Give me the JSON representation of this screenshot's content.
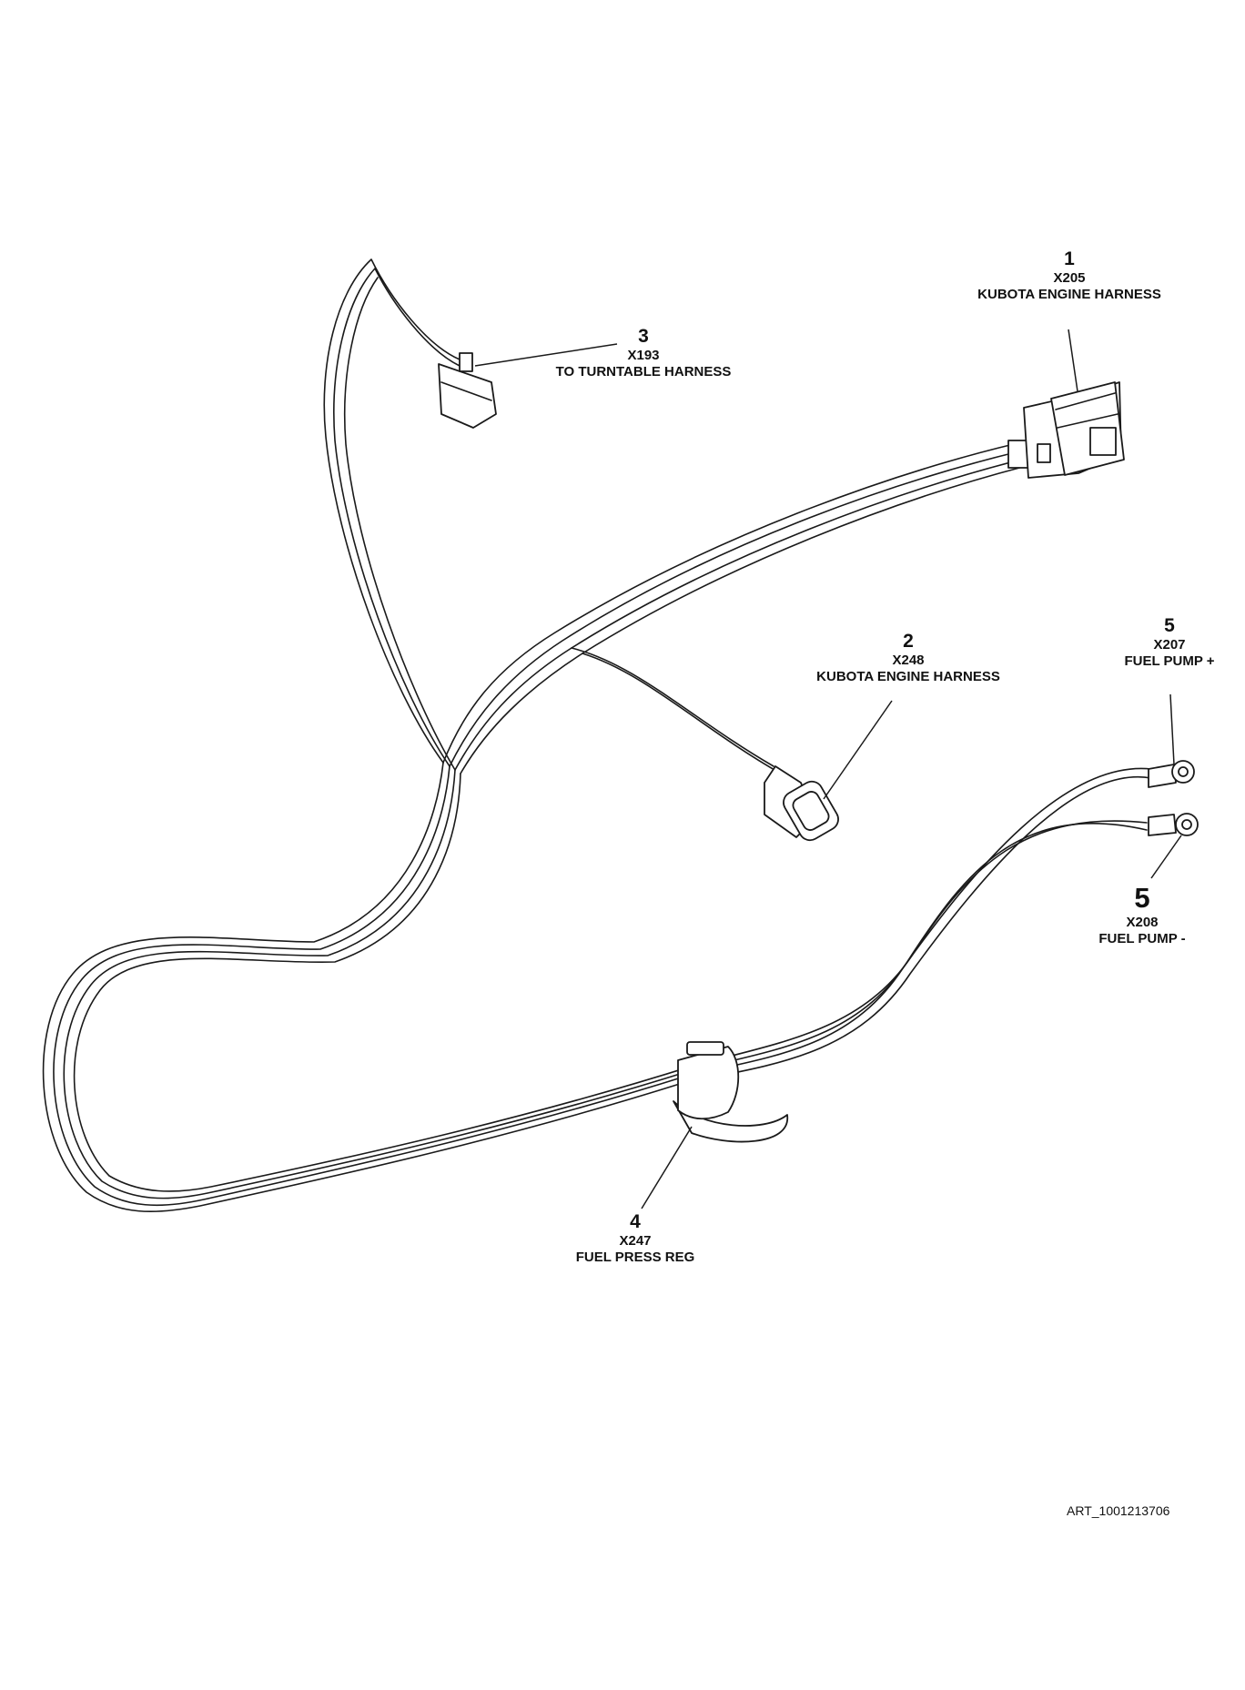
{
  "callouts": [
    {
      "id": "c1",
      "number": "1",
      "code": "X205",
      "desc": "KUBOTA ENGINE HARNESS"
    },
    {
      "id": "c2",
      "number": "2",
      "code": "X248",
      "desc": "KUBOTA ENGINE HARNESS"
    },
    {
      "id": "c3",
      "number": "3",
      "code": "X193",
      "desc": "TO TURNTABLE HARNESS"
    },
    {
      "id": "c4",
      "number": "4",
      "code": "X247",
      "desc": "FUEL PRESS REG"
    },
    {
      "id": "c5a",
      "number": "5",
      "code": "X207",
      "desc": "FUEL PUMP +"
    },
    {
      "id": "c5b",
      "number": "5",
      "code": "X208",
      "desc": "FUEL PUMP -"
    }
  ],
  "art_id": "ART_1001213706"
}
